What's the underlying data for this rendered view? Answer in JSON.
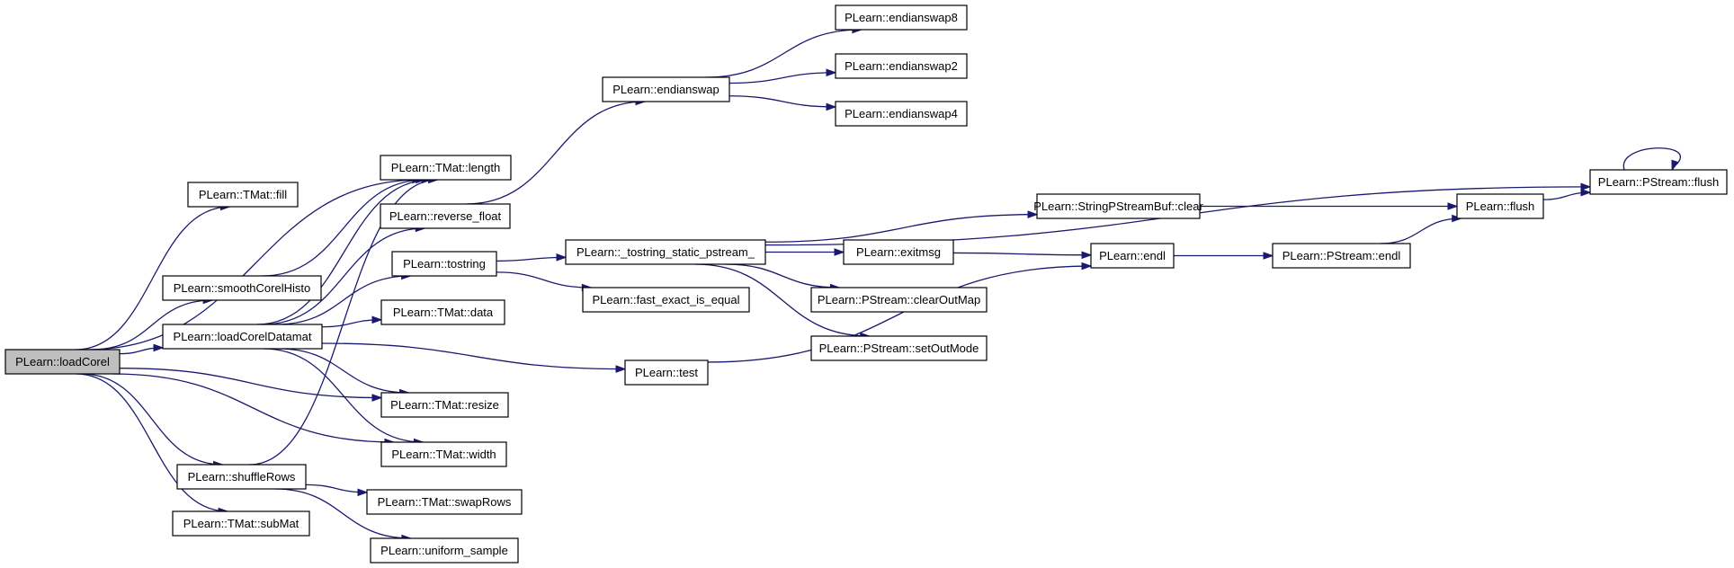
{
  "nodes": {
    "loadCorel": "PLearn::loadCorel",
    "subMat": "PLearn::TMat::subMat",
    "shuffleRows": "PLearn::shuffleRows",
    "width": "PLearn::TMat::width",
    "resize": "PLearn::TMat::resize",
    "loadCorelDatamat": "PLearn::loadCorelDatamat",
    "smoothCorelHisto": "PLearn::smoothCorelHisto",
    "fill": "PLearn::TMat::fill",
    "length": "PLearn::TMat::length",
    "reverse_float": "PLearn::reverse_float",
    "tostring": "PLearn::tostring",
    "data": "PLearn::TMat::data",
    "swapRows": "PLearn::TMat::swapRows",
    "uniform_sample": "PLearn::uniform_sample",
    "endianswap": "PLearn::endianswap",
    "endianswap8": "PLearn::endianswap8",
    "endianswap2": "PLearn::endianswap2",
    "endianswap4": "PLearn::endianswap4",
    "tostring_static": "PLearn::_tostring_static_pstream_",
    "fast_exact": "PLearn::fast_exact_is_equal",
    "test": "PLearn::test",
    "exitmsg": "PLearn::exitmsg",
    "clearOutMap": "PLearn::PStream::clearOutMap",
    "setOutMode": "PLearn::PStream::setOutMode",
    "sbclear": "PLearn::StringPStreamBuf::clear",
    "endl": "PLearn::endl",
    "pstream_endl": "PLearn::PStream::endl",
    "flush": "PLearn::flush",
    "pstream_flush": "PLearn::PStream::flush"
  },
  "edges": [
    [
      "loadCorel",
      "fill"
    ],
    [
      "loadCorel",
      "length"
    ],
    [
      "loadCorel",
      "smoothCorelHisto"
    ],
    [
      "loadCorel",
      "loadCorelDatamat"
    ],
    [
      "loadCorel",
      "resize"
    ],
    [
      "loadCorel",
      "width"
    ],
    [
      "loadCorel",
      "shuffleRows"
    ],
    [
      "loadCorel",
      "subMat"
    ],
    [
      "smoothCorelHisto",
      "length"
    ],
    [
      "loadCorelDatamat",
      "length"
    ],
    [
      "loadCorelDatamat",
      "reverse_float"
    ],
    [
      "loadCorelDatamat",
      "tostring"
    ],
    [
      "loadCorelDatamat",
      "data"
    ],
    [
      "loadCorelDatamat",
      "test"
    ],
    [
      "loadCorelDatamat",
      "resize"
    ],
    [
      "loadCorelDatamat",
      "width"
    ],
    [
      "shuffleRows",
      "length"
    ],
    [
      "shuffleRows",
      "swapRows"
    ],
    [
      "shuffleRows",
      "uniform_sample"
    ],
    [
      "reverse_float",
      "endianswap"
    ],
    [
      "endianswap",
      "endianswap8"
    ],
    [
      "endianswap",
      "endianswap2"
    ],
    [
      "endianswap",
      "endianswap4"
    ],
    [
      "tostring",
      "tostring_static"
    ],
    [
      "tostring",
      "fast_exact"
    ],
    [
      "tostring_static",
      "pstream_flush"
    ],
    [
      "tostring_static",
      "sbclear"
    ],
    [
      "tostring_static",
      "exitmsg"
    ],
    [
      "tostring_static",
      "clearOutMap"
    ],
    [
      "tostring_static",
      "setOutMode"
    ],
    [
      "test",
      "endl"
    ],
    [
      "exitmsg",
      "endl"
    ],
    [
      "sbclear",
      "flush"
    ],
    [
      "endl",
      "pstream_endl"
    ],
    [
      "pstream_endl",
      "flush"
    ],
    [
      "flush",
      "pstream_flush"
    ],
    [
      "pstream_flush",
      "pstream_flush"
    ]
  ]
}
